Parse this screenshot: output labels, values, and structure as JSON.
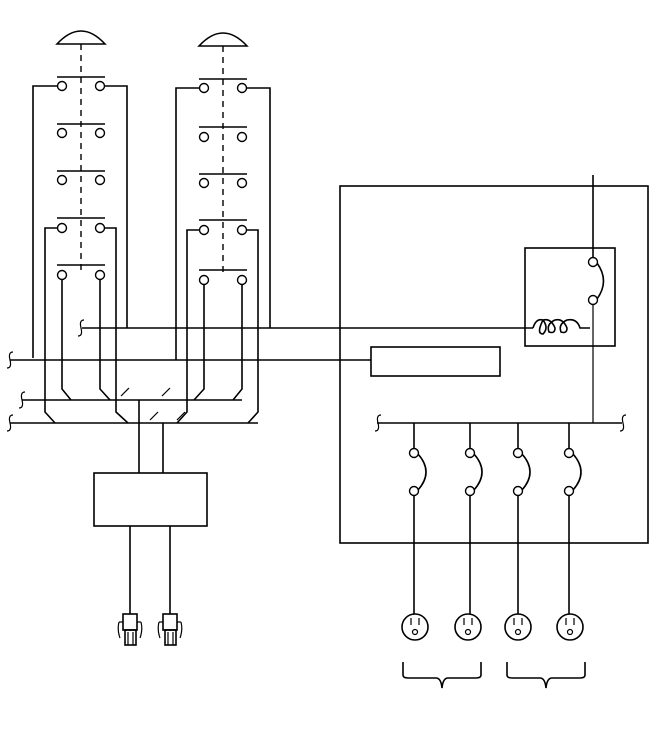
{
  "diagram": {
    "type": "electrical-wiring-schematic",
    "stroke_color": "#000000",
    "background_color": "#ffffff",
    "components": {
      "push_button_switches": 2,
      "relay_with_coil": 1,
      "control_box": 1,
      "resistor_element": 1,
      "distribution_box": 1,
      "relay_contacts_in_box": 4,
      "plug_connectors": 2,
      "outlet_receptacles": 4,
      "outlet_groups": 2
    },
    "icons": [
      "mushroom-button-icon",
      "relay-coil-icon",
      "plug-icon",
      "receptacle-icon",
      "brace-icon"
    ]
  }
}
